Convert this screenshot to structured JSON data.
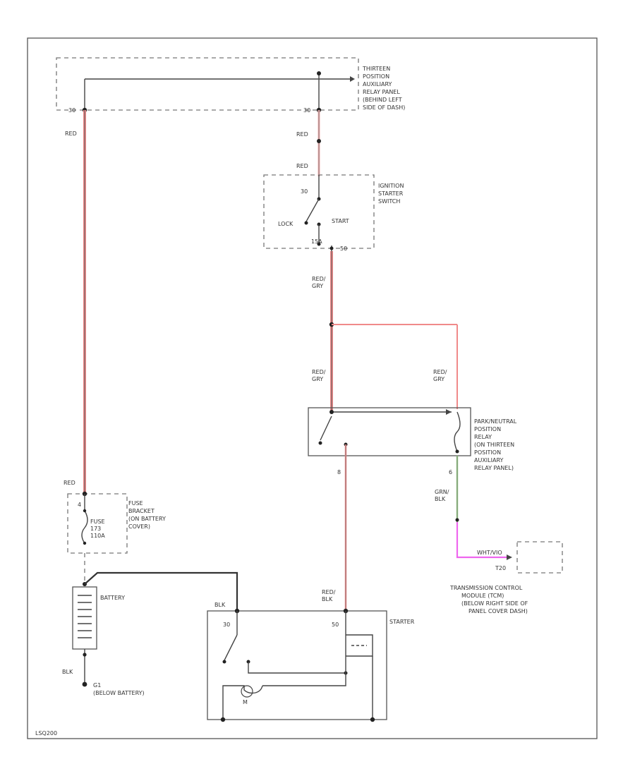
{
  "colors": {
    "red_wire": "#f08a8a",
    "red_wire_light": "#f4b0b0",
    "green_wire": "#9ad08a",
    "violet_wire": "#ee66ee",
    "wire": "#444444",
    "frame": "#555555"
  },
  "labels": {
    "aux_panel": [
      "THIRTEEN",
      "POSITION",
      "AUXILIARY",
      "RELAY PANEL",
      "(BEHIND LEFT",
      "SIDE OF DASH)"
    ],
    "aux_left_pin": "30",
    "aux_right_pin": "30",
    "wire_red_1": "RED",
    "wire_red_2": "RED",
    "wire_red_3": "RED",
    "ignition_switch": [
      "IGNITION",
      "STARTER",
      "SWITCH"
    ],
    "ign_pin_top": "30",
    "ign_lock": "LOCK",
    "ign_start": "START",
    "ign_pin_bottom": "15A",
    "ign_pin_bottom_right": "50",
    "wire_red_gry_1": [
      "RED/",
      "GRY"
    ],
    "wire_red_gry_2": [
      "RED/",
      "GRY"
    ],
    "wire_red_gry_3": [
      "RED/",
      "GRY"
    ],
    "park_relay": [
      "PARK/NEUTRAL",
      "POSITION",
      "RELAY",
      "(ON THIRTEEN",
      "POSITION",
      "AUXILIARY",
      "RELAY PANEL)"
    ],
    "relay_pin_left": "8",
    "relay_pin_right": "6",
    "wire_grn_blk": [
      "GRN/",
      "BLK"
    ],
    "wire_violet": "WHT/VIO",
    "tcm_pin": "T20",
    "tcm": [
      "TRANSMISSION CONTROL",
      "MODULE (TCM)",
      "(BELOW RIGHT SIDE OF",
      "PANEL COVER DASH)"
    ],
    "wire_red_left": "RED",
    "fuse_box": [
      "FUSE",
      "BRACKET",
      "(ON BATTERY",
      "COVER)"
    ],
    "fuse_pin": "4",
    "fuse_name": [
      "FUSE",
      "173",
      "110A"
    ],
    "battery": "BATTERY",
    "wire_blk_batt": "BLK",
    "ground": [
      "G1",
      "(BELOW BATTERY)"
    ],
    "wire_blk_starter": "BLK",
    "wire_red_blk": [
      "RED/",
      "BLK"
    ],
    "starter": "STARTER",
    "starter_pin_30": "30",
    "starter_pin_50": "50",
    "motor": "M",
    "footer_code": "LSQ200"
  }
}
